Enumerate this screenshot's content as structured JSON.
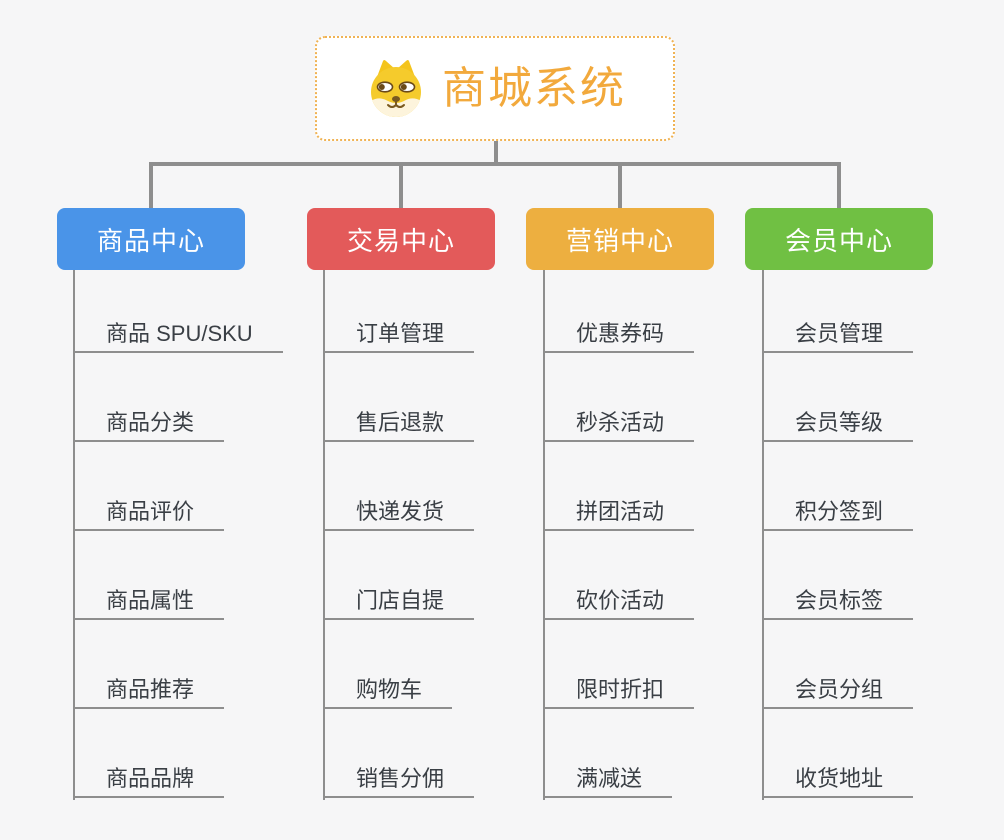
{
  "root": {
    "title": "商城系统",
    "icon": "dog-face-icon"
  },
  "branches": [
    {
      "label": "商品中心",
      "color": "#4A94E8",
      "items": [
        "商品 SPU/SKU",
        "商品分类",
        "商品评价",
        "商品属性",
        "商品推荐",
        "商品品牌"
      ]
    },
    {
      "label": "交易中心",
      "color": "#E35A5A",
      "items": [
        "订单管理",
        "售后退款",
        "快递发货",
        "门店自提",
        "购物车",
        "销售分佣"
      ]
    },
    {
      "label": "营销中心",
      "color": "#EDAF40",
      "items": [
        "优惠券码",
        "秒杀活动",
        "拼团活动",
        "砍价活动",
        "限时折扣",
        "满减送"
      ]
    },
    {
      "label": "会员中心",
      "color": "#70C043",
      "items": [
        "会员管理",
        "会员等级",
        "积分签到",
        "会员标签",
        "会员分组",
        "收货地址"
      ]
    }
  ],
  "colors": {
    "background": "#F6F6F7",
    "connector": "#8E8E8E",
    "root_text": "#F2A93C",
    "root_border": "#F0B354",
    "leaf_text": "#3A3F45"
  }
}
